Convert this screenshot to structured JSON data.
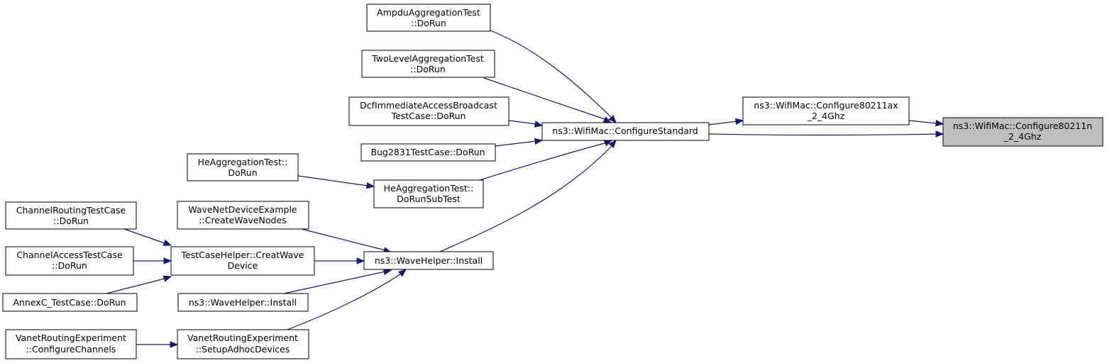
{
  "graph": {
    "nodes": {
      "ampdu": {
        "lines": [
          "AmpduAggregationTest",
          "::DoRun"
        ]
      },
      "twolevel": {
        "lines": [
          "TwoLevelAggregationTest",
          "::DoRun"
        ]
      },
      "dcf": {
        "lines": [
          "DcfImmediateAccessBroadcast",
          "TestCase::DoRun"
        ]
      },
      "bug2831": {
        "lines": [
          "Bug2831TestCase::DoRun"
        ]
      },
      "heagg_dorun": {
        "lines": [
          "HeAggregationTest::",
          "DoRun"
        ]
      },
      "heagg_subtest": {
        "lines": [
          "HeAggregationTest::",
          "DoRunSubTest"
        ]
      },
      "configstd": {
        "lines": [
          "ns3::WifiMac::ConfigureStandard"
        ]
      },
      "config80211ax": {
        "lines": [
          "ns3::WifiMac::Configure80211ax",
          "_2_4Ghz"
        ]
      },
      "config80211n": {
        "lines": [
          "ns3::WifiMac::Configure80211n",
          "_2_4Ghz"
        ]
      },
      "chrouting": {
        "lines": [
          "ChannelRoutingTestCase",
          "::DoRun"
        ]
      },
      "chaccess": {
        "lines": [
          "ChannelAccessTestCase",
          "::DoRun"
        ]
      },
      "annexc": {
        "lines": [
          "AnnexC_TestCase::DoRun"
        ]
      },
      "wavenet": {
        "lines": [
          "WaveNetDeviceExample",
          "::CreateWaveNodes"
        ]
      },
      "tchelper": {
        "lines": [
          "TestCaseHelper::CreatWave",
          "Device"
        ]
      },
      "wavehelper_install": {
        "lines": [
          "ns3::WaveHelper::Install"
        ]
      },
      "wavehelper_install2": {
        "lines": [
          "ns3::WaveHelper::Install"
        ]
      },
      "vanet_config": {
        "lines": [
          "VanetRoutingExperiment",
          "::ConfigureChannels"
        ]
      },
      "vanet_setup": {
        "lines": [
          "VanetRoutingExperiment",
          "::SetupAdhocDevices"
        ]
      }
    },
    "edges": [
      {
        "from": "ampdu",
        "to": "configstd"
      },
      {
        "from": "twolevel",
        "to": "configstd"
      },
      {
        "from": "dcf",
        "to": "configstd"
      },
      {
        "from": "bug2831",
        "to": "configstd"
      },
      {
        "from": "heagg_subtest",
        "to": "configstd"
      },
      {
        "from": "wavehelper_install",
        "to": "configstd"
      },
      {
        "from": "configstd",
        "to": "config80211ax"
      },
      {
        "from": "configstd",
        "to": "config80211n"
      },
      {
        "from": "config80211ax",
        "to": "config80211n"
      },
      {
        "from": "heagg_dorun",
        "to": "heagg_subtest"
      },
      {
        "from": "chrouting",
        "to": "tchelper"
      },
      {
        "from": "chaccess",
        "to": "tchelper"
      },
      {
        "from": "annexc",
        "to": "tchelper"
      },
      {
        "from": "wavenet",
        "to": "wavehelper_install"
      },
      {
        "from": "tchelper",
        "to": "wavehelper_install"
      },
      {
        "from": "wavehelper_install2",
        "to": "wavehelper_install"
      },
      {
        "from": "vanet_setup",
        "to": "wavehelper_install"
      },
      {
        "from": "vanet_config",
        "to": "vanet_setup"
      }
    ],
    "colors": {
      "edge": "#191970",
      "focus_fill": "#bfbfbf",
      "node_fill": "#ffffff",
      "node_stroke": "#000000"
    }
  }
}
